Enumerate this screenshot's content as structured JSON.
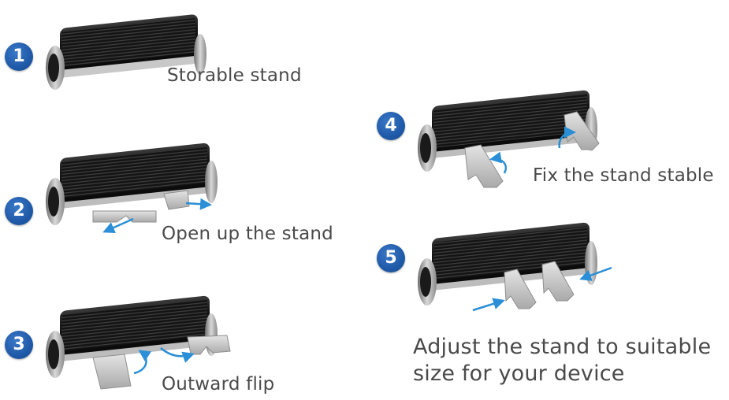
{
  "steps": [
    {
      "number": "1",
      "caption": "Storable stand"
    },
    {
      "number": "2",
      "caption": "Open up the stand"
    },
    {
      "number": "3",
      "caption": "Outward flip"
    },
    {
      "number": "4",
      "caption": "Fix the stand stable"
    },
    {
      "number": "5",
      "caption": "Adjust the stand to suitable size for your device"
    }
  ],
  "colors": {
    "badge": "#1f5aa8",
    "caption": "#4a4a4a",
    "arrow": "#2a8fd6",
    "device_body": "#1b1b1b",
    "stand": "#cfcfcf"
  },
  "icons": {
    "badge": "numbered-circle",
    "arrow": "blue-curved-arrow"
  }
}
